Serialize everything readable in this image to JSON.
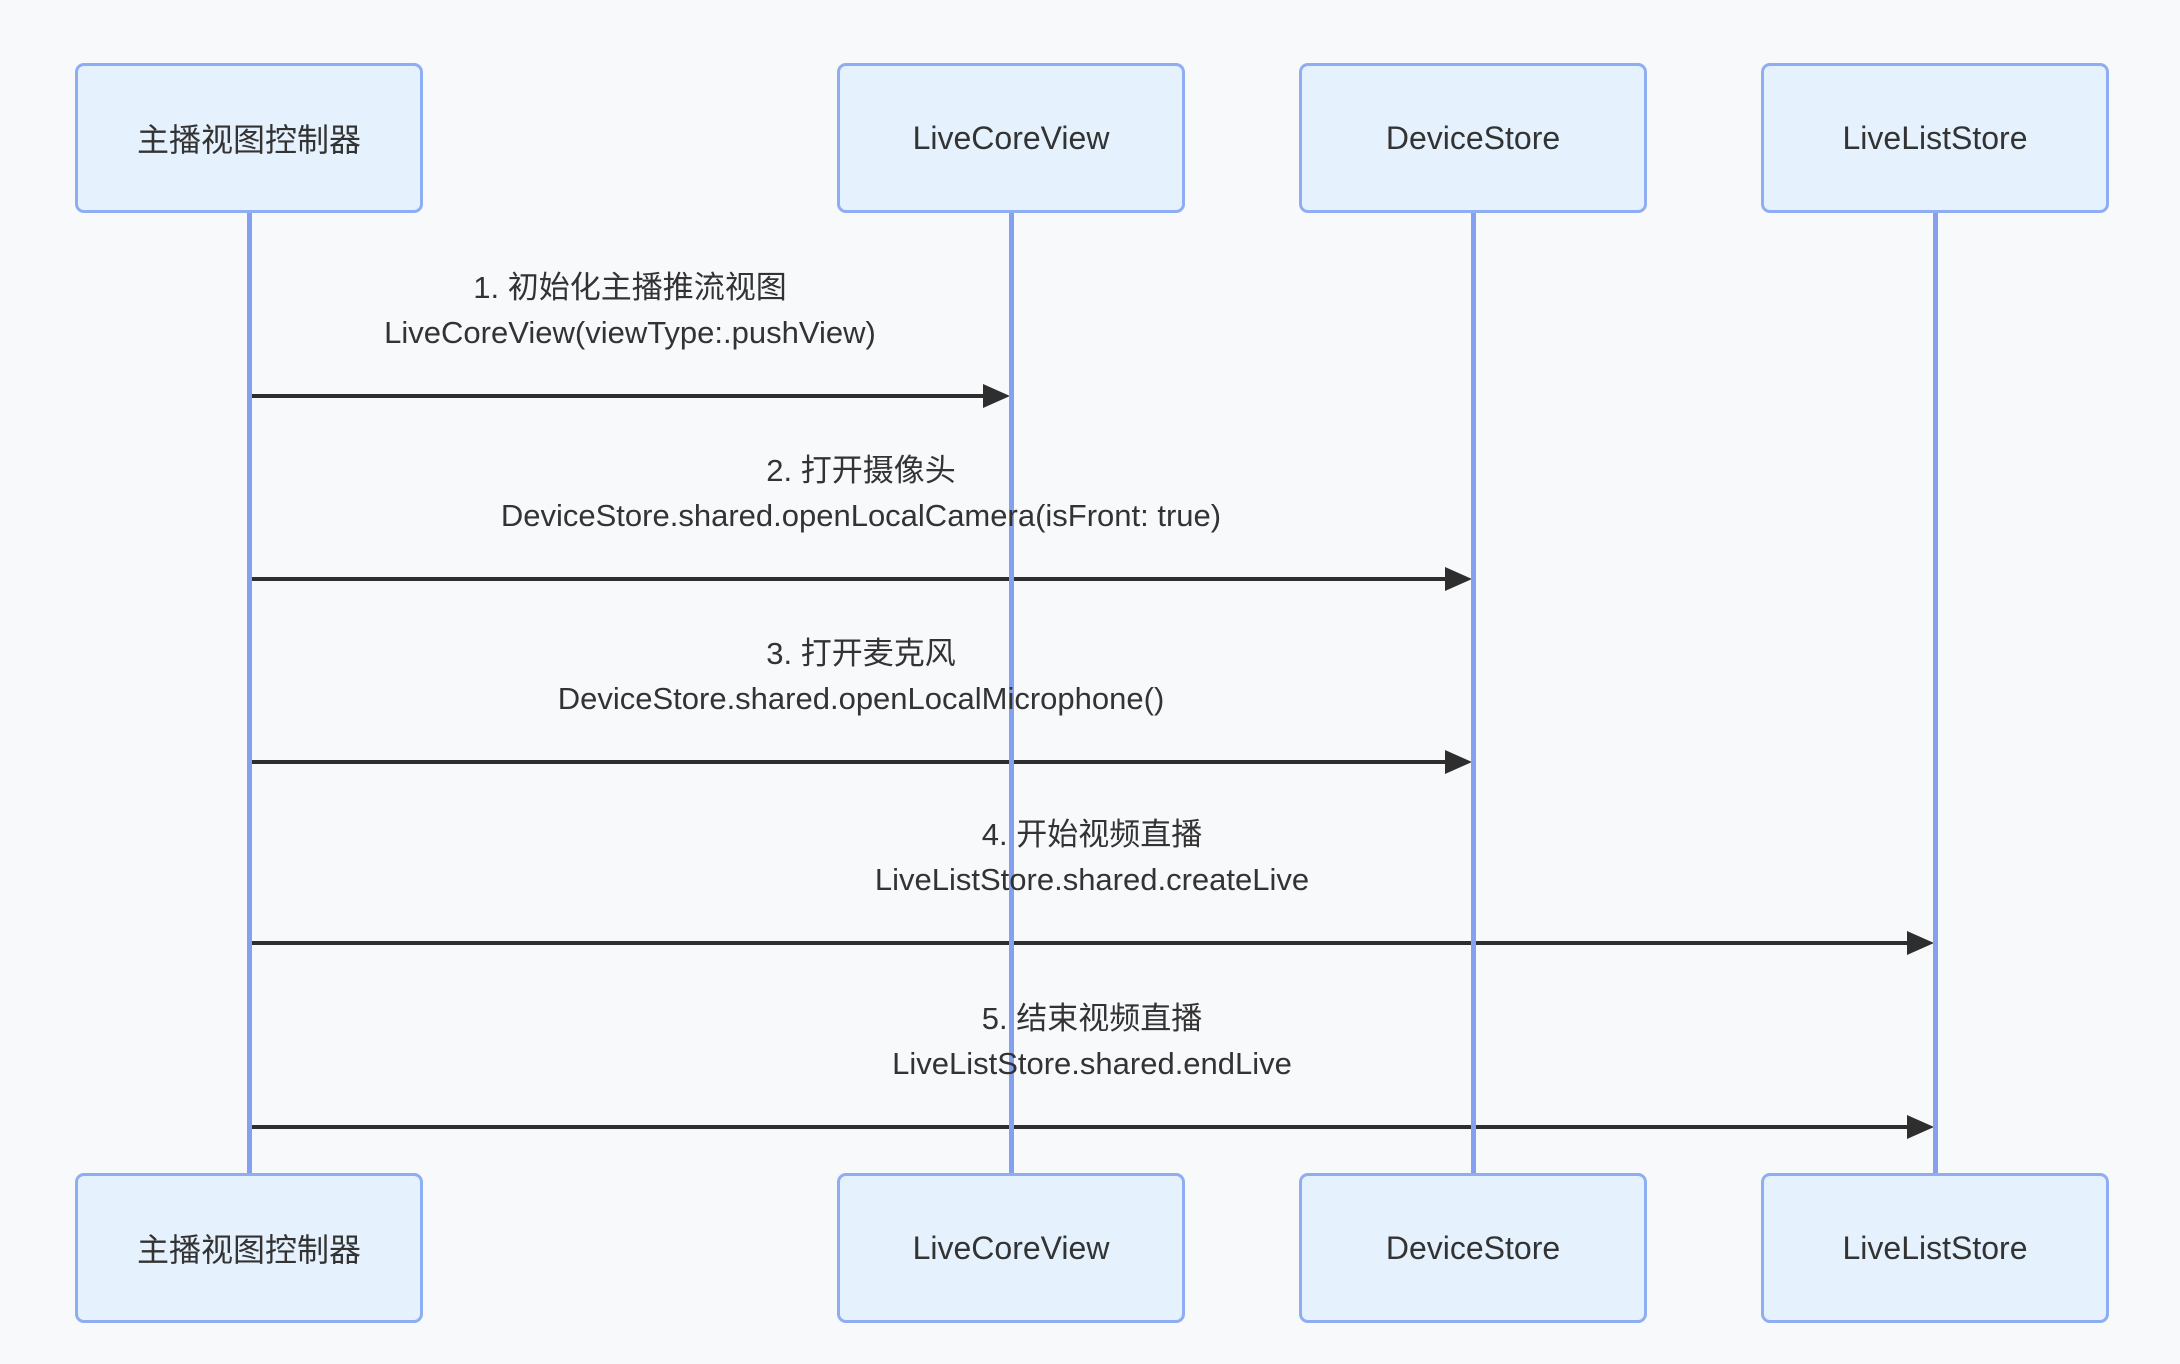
{
  "actors": [
    {
      "id": "anchor-view-controller",
      "label": "主播视图控制器"
    },
    {
      "id": "live-core-view",
      "label": "LiveCoreView"
    },
    {
      "id": "device-store",
      "label": "DeviceStore"
    },
    {
      "id": "live-list-store",
      "label": "LiveListStore"
    }
  ],
  "messages": [
    {
      "from": "anchor-view-controller",
      "to": "live-core-view",
      "line1": "1. 初始化主播推流视图",
      "line2": "LiveCoreView(viewType:.pushView)"
    },
    {
      "from": "anchor-view-controller",
      "to": "device-store",
      "line1": "2. 打开摄像头",
      "line2": "DeviceStore.shared.openLocalCamera(isFront: true)"
    },
    {
      "from": "anchor-view-controller",
      "to": "device-store",
      "line1": "3. 打开麦克风",
      "line2": "DeviceStore.shared.openLocalMicrophone()"
    },
    {
      "from": "anchor-view-controller",
      "to": "live-list-store",
      "line1": "4. 开始视频直播",
      "line2": "LiveListStore.shared.createLive"
    },
    {
      "from": "anchor-view-controller",
      "to": "live-list-store",
      "line1": "5. 结束视频直播",
      "line2": "LiveListStore.shared.endLive"
    }
  ],
  "colors": {
    "background": "#f8f9fb",
    "actor_fill": "#e5f2fd",
    "actor_border": "#8fadf2",
    "lifeline": "#84a1ef",
    "arrow": "#2e2e2e",
    "text": "#333333"
  }
}
